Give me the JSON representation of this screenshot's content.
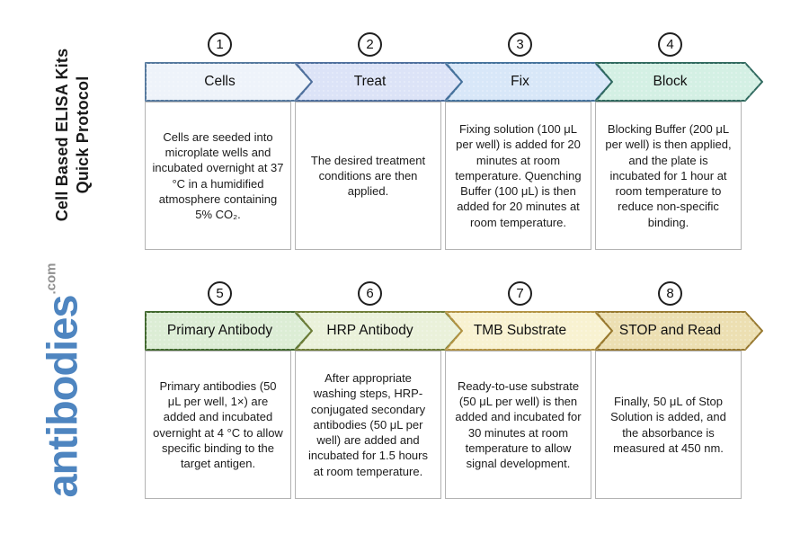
{
  "sidebar": {
    "title_line1": "Cell Based ELISA Kits",
    "title_line2": "Quick Protocol",
    "logo_text": "antibodies",
    "logo_suffix": ".com",
    "logo_color": "#4e85c0",
    "logo_suffix_color": "#909090"
  },
  "steps": [
    {
      "number": "1",
      "label": "Cells",
      "description": "Cells are seeded into microplate wells and incubated overnight at 37 °C in a humidified atmosphere containing 5% CO₂.",
      "fill": "#eef3fa",
      "border": "#54789d"
    },
    {
      "number": "2",
      "label": "Treat",
      "description": "The desired treatment conditions are then applied.",
      "fill": "#dce3f7",
      "border": "#4e6f9d"
    },
    {
      "number": "3",
      "label": "Fix",
      "description": "Fixing solution (100 μL per well) is added for 20 minutes at room temperature. Quenching Buffer (100 μL) is then added for 20 minutes at room temperature.",
      "fill": "#d8e7f8",
      "border": "#44729c"
    },
    {
      "number": "4",
      "label": "Block",
      "description": "Blocking Buffer (200 μL per well) is then applied, and the plate is incubated for 1 hour at room temperature to reduce non-specific binding.",
      "fill": "#d4f0e4",
      "border": "#2f695e"
    },
    {
      "number": "5",
      "label": "Primary Antibody",
      "description": "Primary antibodies (50 μL per well, 1×) are added and incubated overnight at 4 °C to allow specific binding to the target antigen.",
      "fill": "#dcedd5",
      "border": "#3f672c"
    },
    {
      "number": "6",
      "label": "HRP Antibody",
      "description": "After appropriate washing steps, HRP-conjugated secondary antibodies (50 μL per well) are added and incubated for 1.5 hours at room temperature.",
      "fill": "#eaf1da",
      "border": "#6d7c36"
    },
    {
      "number": "7",
      "label": "TMB Substrate",
      "description": "Ready-to-use substrate (50 μL per well) is then added and incubated for 30 minutes at room temperature to allow signal development.",
      "fill": "#f8f2d1",
      "border": "#b29241"
    },
    {
      "number": "8",
      "label": "STOP and Read",
      "description": "Finally, 50 μL of Stop Solution is added, and the absorbance is measured at 450 nm.",
      "fill": "#ecdfb2",
      "border": "#97782e"
    }
  ]
}
